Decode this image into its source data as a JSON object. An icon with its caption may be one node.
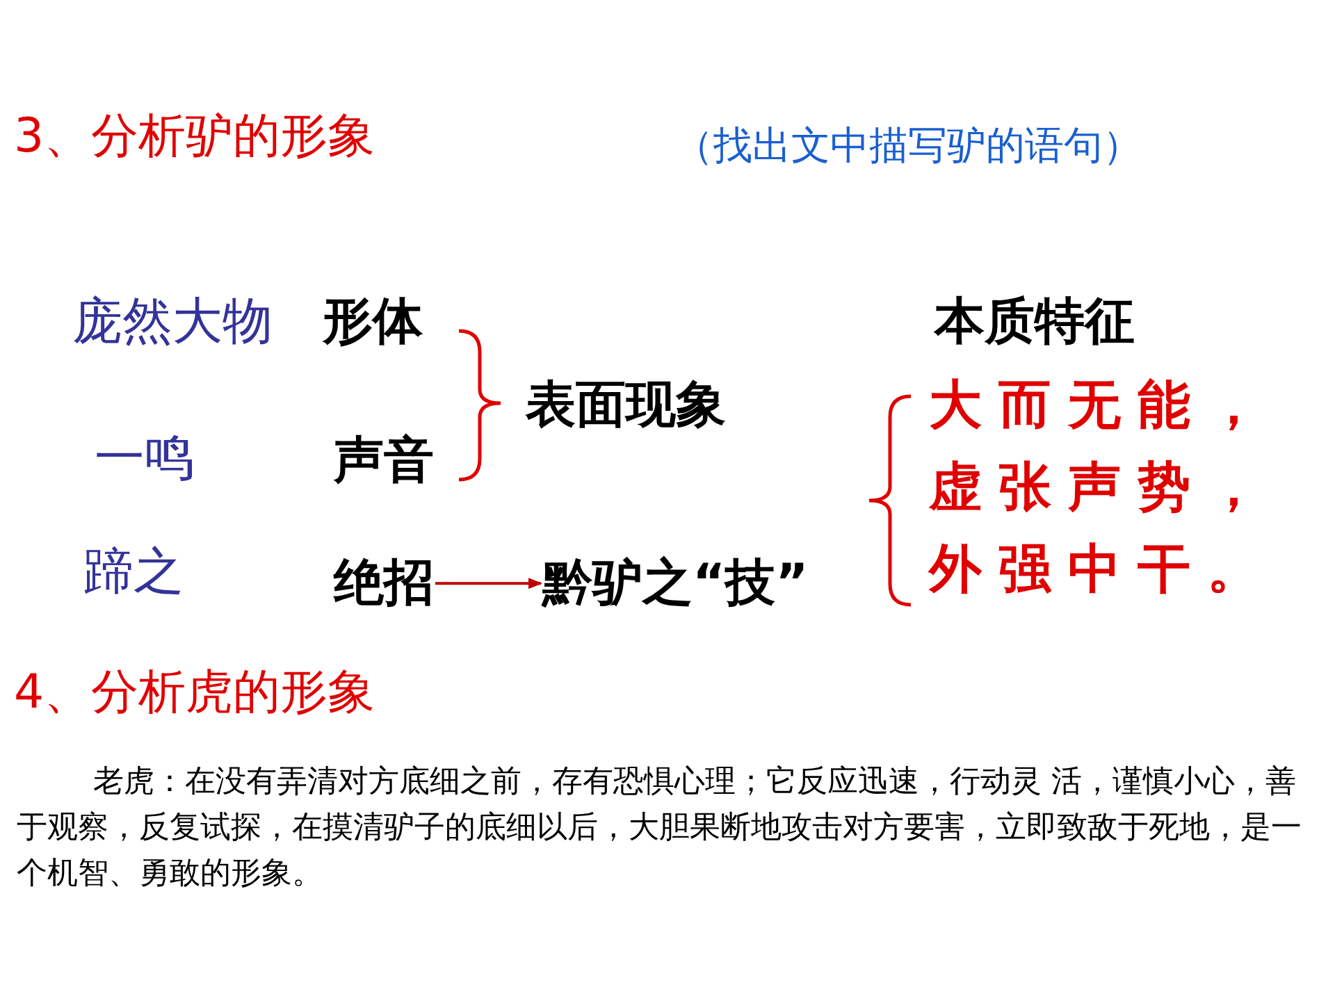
{
  "diagram": {
    "nodes": [
      {
        "text": [
          "绝招"
        ]
      },
      {
        "text": [
          "黔驴之“技”"
        ]
      }
    ],
    "edges": [
      {
        "from": 0,
        "to": 1,
        "arrow": "to"
      }
    ],
    "labels": [
      "3、分析驴的形象",
      "（找出文中描写驴的语句）",
      "庞然大物",
      "形体",
      "本质特征",
      "大而无能，虚张声势，外强中干。",
      "表面现象",
      "一鸣",
      "声音",
      "蹄之",
      "4、分析虎的形象",
      "老虎：在没有弄清对方底细之前，存有恐惧心理；它反应迅速，行动灵 活，谨慎小心，善于观察，反复试探，在摸清驴子的底细以后，大胆果断地攻击对方要害，立即致敌于死地，是一个机智、勇敢的形象。"
    ]
  }
}
